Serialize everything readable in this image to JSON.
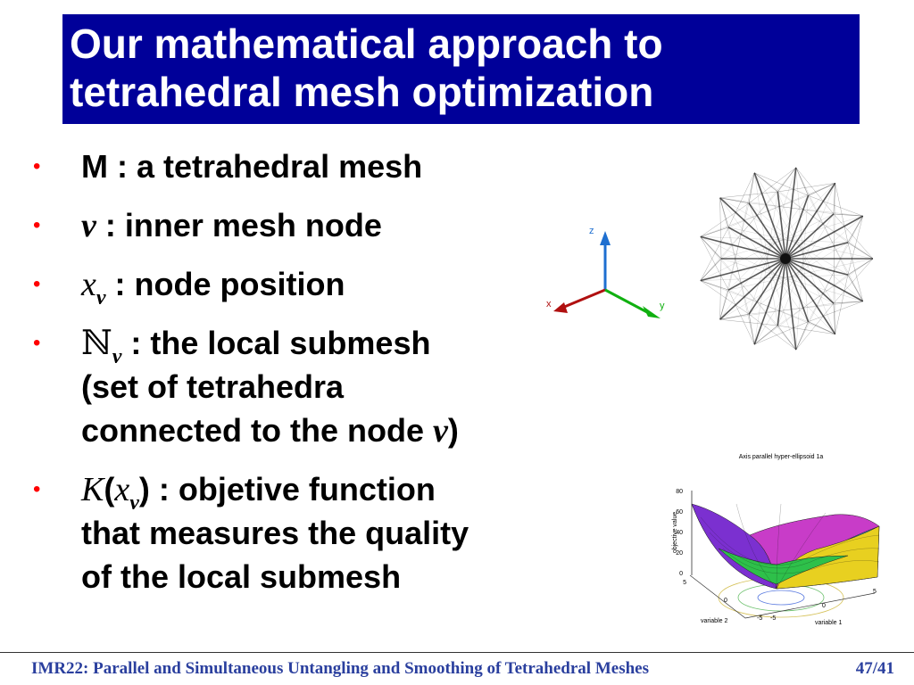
{
  "slide": {
    "title_line1": "Our mathematical approach to",
    "title_line2": "tetrahedral mesh optimization"
  },
  "bullets": {
    "b1": {
      "symbol": "M",
      "text": " : a tetrahedral mesh"
    },
    "b2": {
      "symbol": "v",
      "text": " : inner mesh node"
    },
    "b3": {
      "symbol": "x",
      "sub": "v",
      "text": " : node position"
    },
    "b4": {
      "symbol": "ℕ",
      "sub": "v",
      "line1": " : the local submesh",
      "line2": "(set of tetrahedra",
      "line3": "connected to the node ",
      "line3_symbol": "v",
      "line3_end": ")"
    },
    "b5": {
      "symbol": "K",
      "paren_open": "(",
      "arg": "x",
      "sub": "v",
      "paren_close": ")",
      "line1": " : objetive function",
      "line2": "that measures the quality",
      "line3": "of the local submesh"
    }
  },
  "axes": {
    "z": "z",
    "x": "x",
    "y": "y",
    "colors": {
      "z": "#1e6fd0",
      "x": "#b01010",
      "y": "#10b010"
    }
  },
  "surface_plot": {
    "title": "Axis parallel hyper-ellipsoid 1a",
    "zlabel": "objective value",
    "xlabel": "variable 1",
    "ylabel": "variable 2",
    "zticks": [
      "80",
      "60",
      "40",
      "20",
      "0"
    ],
    "v2ticks": [
      "5",
      "0",
      "-5"
    ],
    "v1ticks": [
      "-5",
      "0",
      "5"
    ]
  },
  "footer": {
    "text": "IMR22: Parallel and Simultaneous Untangling and Smoothing of Tetrahedral Meshes",
    "page": "47/41"
  },
  "bullet_marker": "•"
}
